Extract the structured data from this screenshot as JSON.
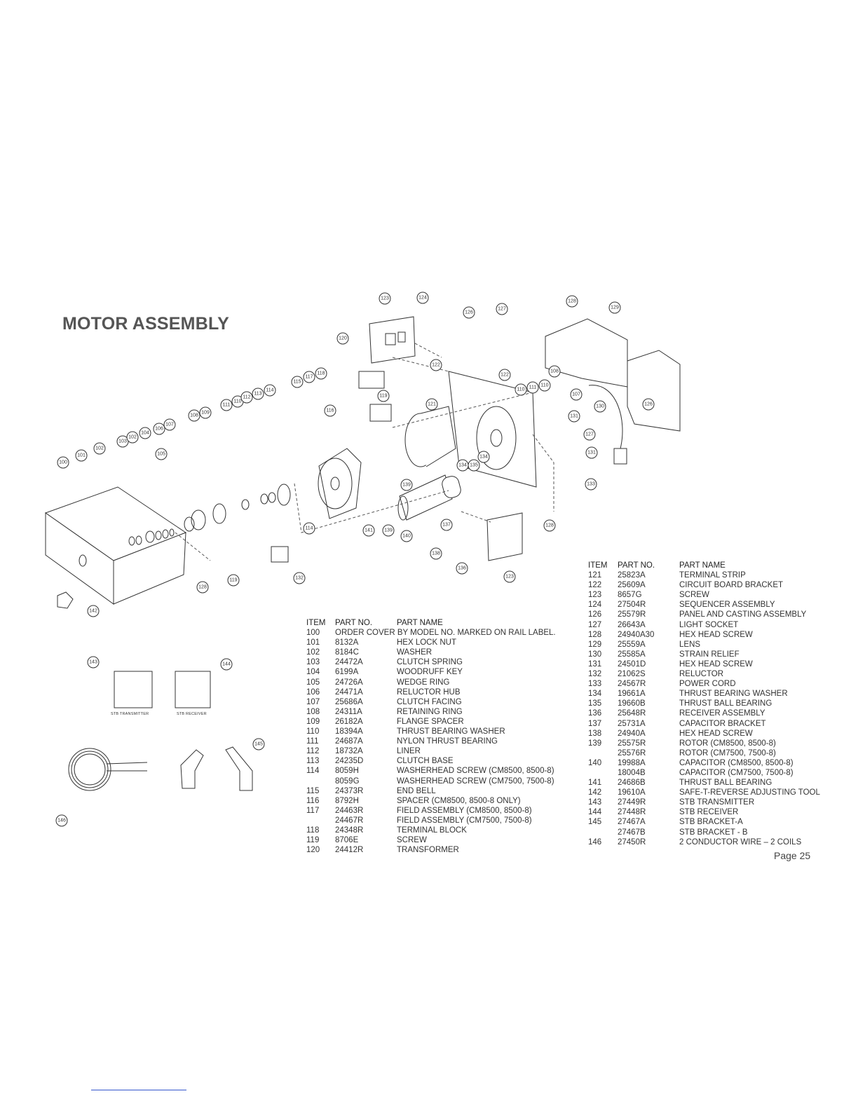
{
  "title": "MOTOR ASSEMBLY",
  "page_label": "Page 25",
  "headers": {
    "item": "ITEM",
    "part_no": "PART NO.",
    "part_name": "PART NAME"
  },
  "note_row": {
    "item": "100",
    "text": "ORDER COVER BY MODEL NO. MARKED ON RAIL LABEL."
  },
  "left_parts": [
    {
      "item": "101",
      "part": "8132A",
      "name": "HEX LOCK NUT"
    },
    {
      "item": "102",
      "part": "8184C",
      "name": "WASHER"
    },
    {
      "item": "103",
      "part": "24472A",
      "name": "CLUTCH SPRING"
    },
    {
      "item": "104",
      "part": "6199A",
      "name": "WOODRUFF KEY"
    },
    {
      "item": "105",
      "part": "24726A",
      "name": "WEDGE RING"
    },
    {
      "item": "106",
      "part": "24471A",
      "name": "RELUCTOR HUB"
    },
    {
      "item": "107",
      "part": "25686A",
      "name": "CLUTCH FACING"
    },
    {
      "item": "108",
      "part": "24311A",
      "name": "RETAINING RING"
    },
    {
      "item": "109",
      "part": "26182A",
      "name": "FLANGE SPACER"
    },
    {
      "item": "110",
      "part": "18394A",
      "name": "THRUST BEARING WASHER"
    },
    {
      "item": "111",
      "part": "24687A",
      "name": "NYLON THRUST BEARING"
    },
    {
      "item": "112",
      "part": "18732A",
      "name": "LINER"
    },
    {
      "item": "113",
      "part": "24235D",
      "name": "CLUTCH BASE"
    },
    {
      "item": "114",
      "part": "8059H",
      "name": "WASHERHEAD SCREW (CM8500, 8500-8)"
    },
    {
      "item": "",
      "part": "8059G",
      "name": "WASHERHEAD SCREW (CM7500, 7500-8)"
    },
    {
      "item": "115",
      "part": "24373R",
      "name": "END BELL"
    },
    {
      "item": "116",
      "part": "8792H",
      "name": "SPACER (CM8500, 8500-8 ONLY)"
    },
    {
      "item": "117",
      "part": "24463R",
      "name": "FIELD ASSEMBLY (CM8500, 8500-8)"
    },
    {
      "item": "",
      "part": "24467R",
      "name": "FIELD ASSEMBLY (CM7500, 7500-8)"
    },
    {
      "item": "118",
      "part": "24348R",
      "name": "TERMINAL BLOCK"
    },
    {
      "item": "119",
      "part": "8706E",
      "name": "SCREW"
    },
    {
      "item": "120",
      "part": "24412R",
      "name": "TRANSFORMER"
    }
  ],
  "right_parts": [
    {
      "item": "121",
      "part": "25823A",
      "name": "TERMINAL STRIP"
    },
    {
      "item": "122",
      "part": "25609A",
      "name": "CIRCUIT BOARD BRACKET"
    },
    {
      "item": "123",
      "part": "8657G",
      "name": "SCREW"
    },
    {
      "item": "124",
      "part": "27504R",
      "name": "SEQUENCER ASSEMBLY"
    },
    {
      "item": "126",
      "part": "25579R",
      "name": "PANEL AND CASTING ASSEMBLY"
    },
    {
      "item": "127",
      "part": "26643A",
      "name": "LIGHT SOCKET"
    },
    {
      "item": "128",
      "part": "24940A30",
      "name": "HEX HEAD SCREW"
    },
    {
      "item": "129",
      "part": "25559A",
      "name": "LENS"
    },
    {
      "item": "130",
      "part": "25585A",
      "name": "STRAIN RELIEF"
    },
    {
      "item": "131",
      "part": "24501D",
      "name": "HEX HEAD SCREW"
    },
    {
      "item": "132",
      "part": "21062S",
      "name": "RELUCTOR"
    },
    {
      "item": "133",
      "part": "24567R",
      "name": "POWER CORD"
    },
    {
      "item": "134",
      "part": "19661A",
      "name": "THRUST BEARING WASHER"
    },
    {
      "item": "135",
      "part": "19660B",
      "name": "THRUST BALL BEARING"
    },
    {
      "item": "136",
      "part": "25648R",
      "name": "RECEIVER ASSEMBLY"
    },
    {
      "item": "137",
      "part": "25731A",
      "name": "CAPACITOR BRACKET"
    },
    {
      "item": "138",
      "part": "24940A",
      "name": "HEX HEAD SCREW"
    },
    {
      "item": "139",
      "part": "25575R",
      "name": "ROTOR (CM8500, 8500-8)"
    },
    {
      "item": "",
      "part": "25576R",
      "name": "ROTOR (CM7500, 7500-8)"
    },
    {
      "item": "140",
      "part": "19988A",
      "name": "CAPACITOR (CM8500, 8500-8)"
    },
    {
      "item": "",
      "part": "18004B",
      "name": "CAPACITOR (CM7500, 7500-8)"
    },
    {
      "item": "141",
      "part": "24686B",
      "name": "THRUST BALL BEARING"
    },
    {
      "item": "142",
      "part": "19610A",
      "name": "SAFE-T-REVERSE ADJUSTING TOOL"
    },
    {
      "item": "143",
      "part": "27449R",
      "name": "STB TRANSMITTER"
    },
    {
      "item": "144",
      "part": "27448R",
      "name": "STB RECEIVER"
    },
    {
      "item": "145",
      "part": "27467A",
      "name": "STB BRACKET-A"
    },
    {
      "item": "",
      "part": "27467B",
      "name": "STB BRACKET - B"
    },
    {
      "item": "146",
      "part": "27450R",
      "name": "2 CONDUCTOR WIRE – 2 COILS"
    }
  ],
  "stb_labels": {
    "transmitter": "STB TRANSMITTER",
    "receiver": "STB RECEIVER"
  },
  "callouts": [
    {
      "n": "100"
    },
    {
      "n": "101"
    },
    {
      "n": "102"
    },
    {
      "n": "103"
    },
    {
      "n": "102"
    },
    {
      "n": "104"
    },
    {
      "n": "106"
    },
    {
      "n": "107"
    },
    {
      "n": "105"
    },
    {
      "n": "108"
    },
    {
      "n": "109"
    },
    {
      "n": "111"
    },
    {
      "n": "110"
    },
    {
      "n": "112"
    },
    {
      "n": "113"
    },
    {
      "n": "114"
    },
    {
      "n": "115"
    },
    {
      "n": "117"
    },
    {
      "n": "118"
    },
    {
      "n": "116"
    },
    {
      "n": "119"
    },
    {
      "n": "120"
    },
    {
      "n": "123"
    },
    {
      "n": "124"
    },
    {
      "n": "126"
    },
    {
      "n": "127"
    },
    {
      "n": "122"
    },
    {
      "n": "121"
    },
    {
      "n": "122"
    },
    {
      "n": "128"
    },
    {
      "n": "129"
    },
    {
      "n": "108"
    },
    {
      "n": "110"
    },
    {
      "n": "111"
    },
    {
      "n": "110"
    },
    {
      "n": "107"
    },
    {
      "n": "130"
    },
    {
      "n": "126"
    },
    {
      "n": "131"
    },
    {
      "n": "127"
    },
    {
      "n": "131"
    },
    {
      "n": "133"
    },
    {
      "n": "134"
    },
    {
      "n": "135"
    },
    {
      "n": "134"
    },
    {
      "n": "139"
    },
    {
      "n": "141"
    },
    {
      "n": "139"
    },
    {
      "n": "140"
    },
    {
      "n": "137"
    },
    {
      "n": "128"
    },
    {
      "n": "138"
    },
    {
      "n": "136"
    },
    {
      "n": "123"
    },
    {
      "n": "114"
    },
    {
      "n": "119"
    },
    {
      "n": "132"
    },
    {
      "n": "128"
    },
    {
      "n": "142"
    },
    {
      "n": "143"
    },
    {
      "n": "144"
    },
    {
      "n": "145"
    },
    {
      "n": "146"
    }
  ]
}
